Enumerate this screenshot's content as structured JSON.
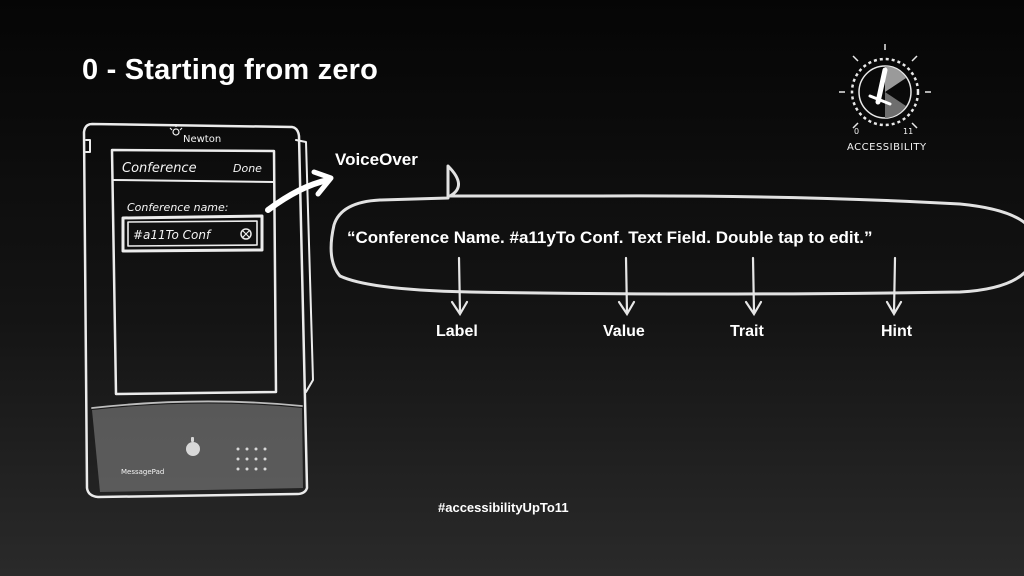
{
  "slide": {
    "title": "0 - Starting from zero",
    "hashtag": "#accessibilityUpTo11"
  },
  "device": {
    "brand": "Newton",
    "model": "MessagePad",
    "screen_title": "Conference",
    "done_label": "Done",
    "field_label": "Conference name:",
    "field_value": "#a11To Conf"
  },
  "voiceover": {
    "label": "VoiceOver",
    "utterance": "“Conference Name. #a11yTo Conf. Text Field. Double tap to edit.”",
    "parts": [
      "Label",
      "Value",
      "Trait",
      "Hint"
    ]
  },
  "logo": {
    "scale_min": "0",
    "scale_max": "11",
    "caption": "ACCESSIBILITY"
  }
}
